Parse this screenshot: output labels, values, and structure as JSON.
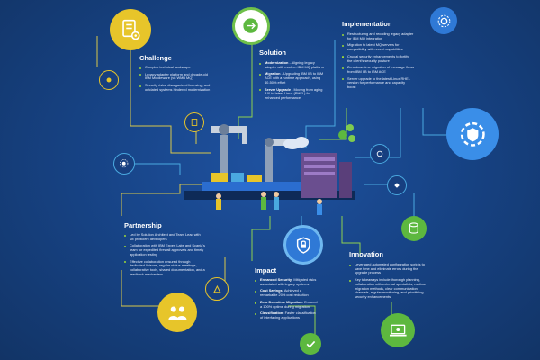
{
  "challenge": {
    "title": "Challenge",
    "points": [
      {
        "text": "Complex technical landscape"
      },
      {
        "text": "Legacy adapter platform and decade-old IBM Middleware (v8 WMB MQ)"
      },
      {
        "text": "Security risks, disorganized licensing, and outdated systems hindered modernization"
      }
    ]
  },
  "solution": {
    "title": "Solution",
    "points": [
      {
        "lead": "Modernization",
        "text": " - Aligning legacy adapter with modern IBM MQ platform"
      },
      {
        "lead": "Migration",
        "text": " - Upgrading IBM IIB to IBM ACE with a runtime approach, using 40-50% effort"
      },
      {
        "lead": "Server Upgrade",
        "text": " - Moving from aging AIX to latest Linux (RHEL) for enhanced performance"
      }
    ]
  },
  "implementation": {
    "title": "Implementation",
    "points": [
      {
        "text": "Restructuring and recoding legacy adapter for IBM MQ integration"
      },
      {
        "text": "Migration to latest MQ servers for compatibility with recent capabilities"
      },
      {
        "text": "Crucial security enhancements to fortify the client's security posture"
      },
      {
        "text": "Zero downtime migration of message flows from IBM IIB to IBM ACE"
      },
      {
        "text": "Server upgrade to the latest Linux RHEL version for performance and capacity boost"
      }
    ]
  },
  "partnership": {
    "title": "Partnership",
    "points": [
      {
        "text": "Led by Solution Architect and Team Lead with six proficient developers"
      },
      {
        "text": "Collaboration with IBM Expert Labs and Scania's team for expedited firewall approvals and timely application testing"
      },
      {
        "text": "Effective collaboration ensured through dedicated liaisons, regular status meetings, collaborative tools, shared documentation, and a feedback mechanism"
      }
    ]
  },
  "impact": {
    "title": "Impact",
    "points": [
      {
        "lead": "Enhanced Security:",
        "text": " Mitigated risks associated with legacy systems"
      },
      {
        "lead": "Cost Savings:",
        "text": " Achieved a remarkable 20% cost reduction"
      },
      {
        "lead": "Zero Downtime Migration:",
        "text": " Ensured a 100% uptime during migration"
      },
      {
        "lead": "Classification:",
        "text": " Faster classification of interfacing applications"
      }
    ]
  },
  "innovation": {
    "title": "Innovation",
    "points": [
      {
        "text": "Leveraged automated configuration scripts to save time and eliminate errors during the upgrade process"
      },
      {
        "text": "Key takeaways include thorough planning, collaboration with external specialists, runtime migration methods, clear communication channels, regular monitoring, and prioritising security enhancements"
      }
    ]
  },
  "colors": {
    "background": "#163d7a",
    "accent_green": "#9ad63a",
    "accent_yellow": "#e7c52a",
    "accent_blue": "#3a8ee8",
    "line_yellow": "#d9c84a",
    "line_green": "#8fd14f",
    "line_blue": "#4aa9e0"
  },
  "icons": {
    "challenge": "document-gear-icon",
    "solution": "migration-globe-icon",
    "implementation_top": "network-gear-icon",
    "implementation_bottom": "shield-gear-icon",
    "partnership": "team-collaboration-icon",
    "impact": "security-shield-icon",
    "innovation": "laptop-gear-icon",
    "innovation_small": "database-icon",
    "impact_small": "checklist-icon"
  }
}
